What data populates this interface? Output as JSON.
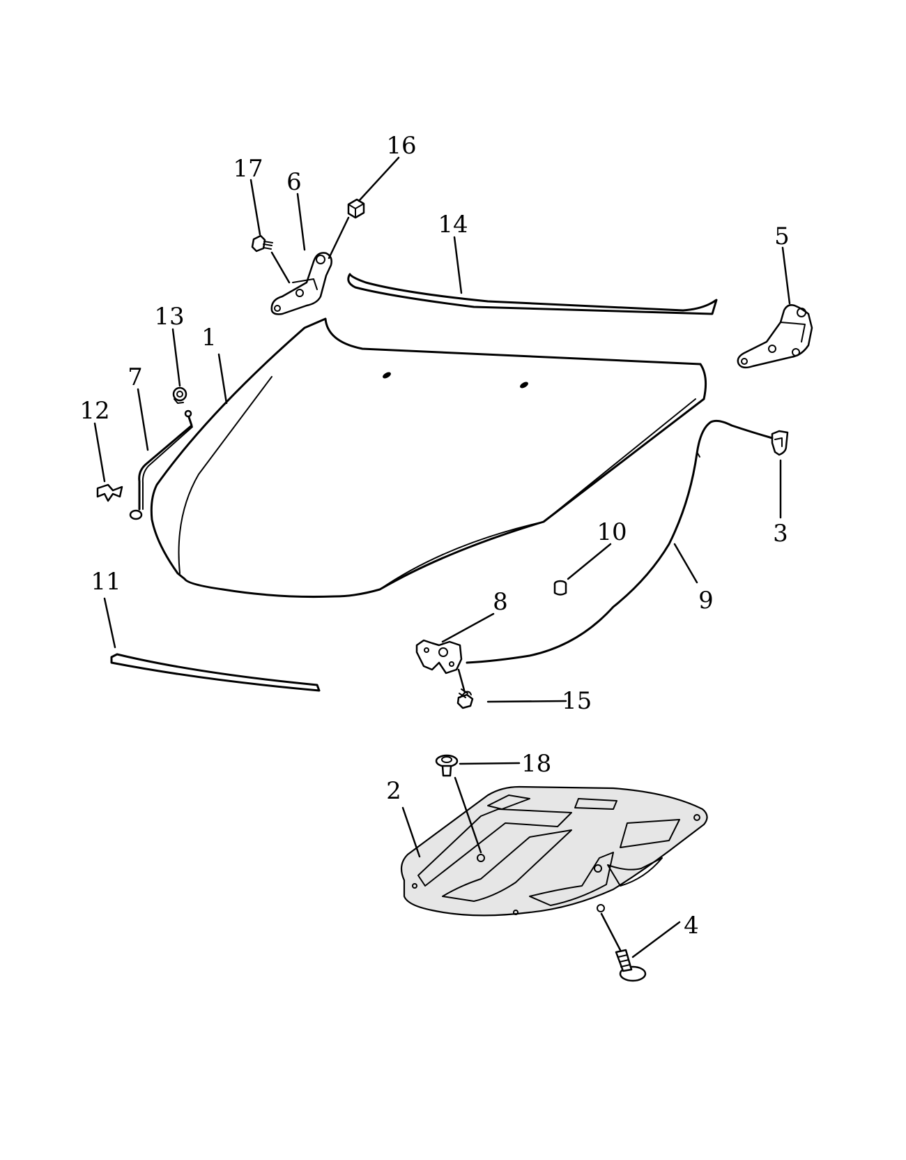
{
  "diagram": {
    "colors": {
      "line": "#000000",
      "background": "#ffffff",
      "fill": "#e6e6e6"
    },
    "callouts": [
      {
        "id": "1",
        "label": "1"
      },
      {
        "id": "2",
        "label": "2"
      },
      {
        "id": "3",
        "label": "3"
      },
      {
        "id": "4",
        "label": "4"
      },
      {
        "id": "5",
        "label": "5"
      },
      {
        "id": "6",
        "label": "6"
      },
      {
        "id": "7",
        "label": "7"
      },
      {
        "id": "8",
        "label": "8"
      },
      {
        "id": "9",
        "label": "9"
      },
      {
        "id": "10",
        "label": "10"
      },
      {
        "id": "11",
        "label": "11"
      },
      {
        "id": "12",
        "label": "12"
      },
      {
        "id": "13",
        "label": "13"
      },
      {
        "id": "14",
        "label": "14"
      },
      {
        "id": "15",
        "label": "15"
      },
      {
        "id": "16",
        "label": "16"
      },
      {
        "id": "17",
        "label": "17"
      },
      {
        "id": "18",
        "label": "18"
      }
    ]
  }
}
